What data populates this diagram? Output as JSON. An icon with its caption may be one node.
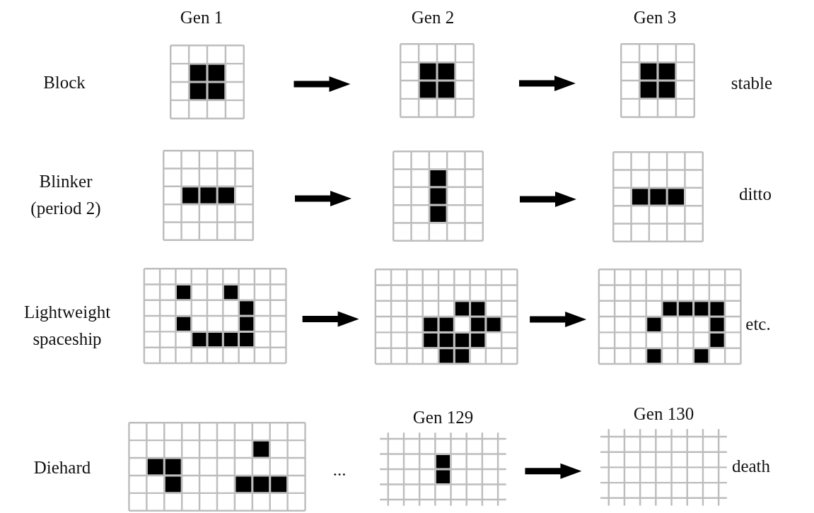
{
  "diagram": {
    "nodes": [
      {
        "text": [],
        "shape": "grid"
      },
      {
        "text": [],
        "shape": "grid"
      },
      {
        "text": [],
        "shape": "grid"
      },
      {
        "text": [],
        "shape": "grid"
      },
      {
        "text": [],
        "shape": "grid"
      },
      {
        "text": [],
        "shape": "grid"
      },
      {
        "text": [],
        "shape": "grid"
      },
      {
        "text": [],
        "shape": "grid"
      },
      {
        "text": [],
        "shape": "grid"
      },
      {
        "text": [],
        "shape": "grid"
      },
      {
        "text": [],
        "shape": "grid",
        "beside": [
          "Gen 129"
        ]
      },
      {
        "text": [],
        "shape": "grid",
        "beside": [
          "Gen 130"
        ]
      }
    ],
    "edges": [
      {
        "from": 0,
        "to": 1,
        "arrow": "to"
      },
      {
        "from": 1,
        "to": 2,
        "arrow": "to"
      },
      {
        "from": 3,
        "to": 4,
        "arrow": "to"
      },
      {
        "from": 4,
        "to": 5,
        "arrow": "to"
      },
      {
        "from": 6,
        "to": 7,
        "arrow": "to"
      },
      {
        "from": 7,
        "to": 8,
        "arrow": "to"
      },
      {
        "from": 10,
        "to": 11,
        "arrow": "to"
      }
    ],
    "labels": [
      "Gen 1",
      "Gen 2",
      "Gen 3",
      "Block",
      "stable",
      "Blinker (period 2)",
      "ditto",
      "Lightweight spaceship",
      "etc.",
      "Diehard",
      "...",
      "death"
    ]
  }
}
